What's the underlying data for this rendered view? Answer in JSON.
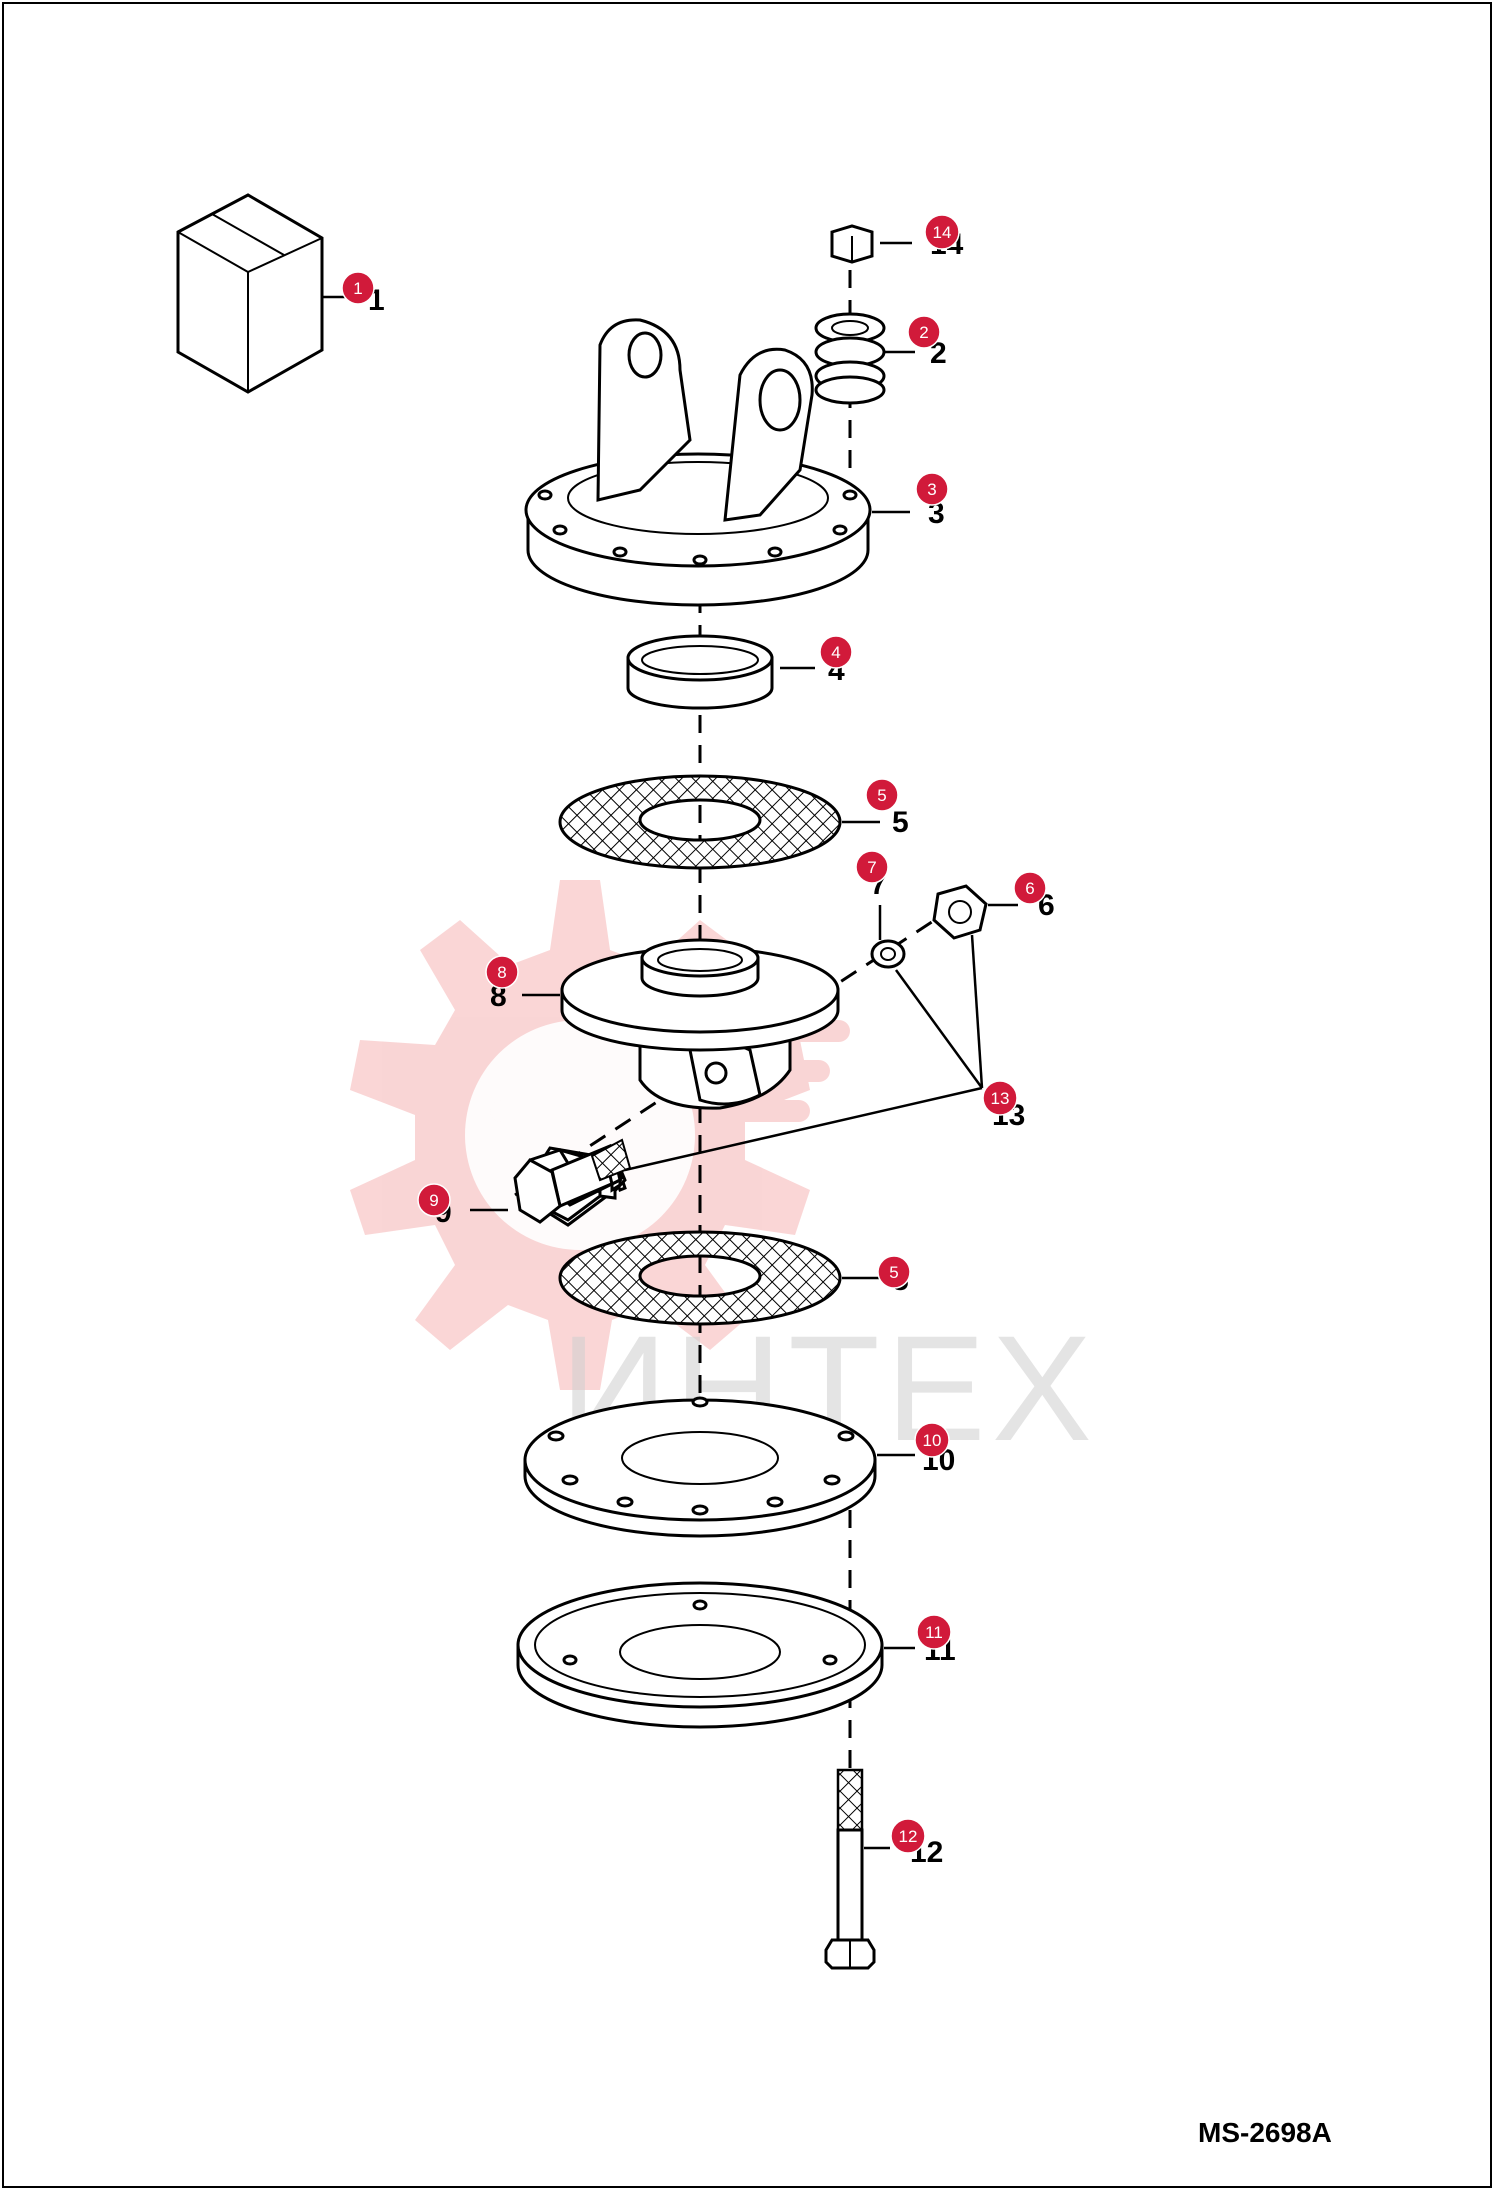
{
  "drawing_code": "MS-2698A",
  "watermark_text": "ИНТЕХ",
  "badge_color": "#d11a3a",
  "watermark_color": "#f08a8a",
  "callouts": [
    {
      "id": "1",
      "badge": "1",
      "label": "1"
    },
    {
      "id": "2",
      "badge": "2",
      "label": "2"
    },
    {
      "id": "3",
      "badge": "3",
      "label": "3"
    },
    {
      "id": "4",
      "badge": "4",
      "label": "4"
    },
    {
      "id": "5a",
      "badge": "5",
      "label": "5"
    },
    {
      "id": "6",
      "badge": "6",
      "label": "6"
    },
    {
      "id": "7",
      "badge": "7",
      "label": "7"
    },
    {
      "id": "8",
      "badge": "8",
      "label": "8"
    },
    {
      "id": "13",
      "badge": "13",
      "label": "13"
    },
    {
      "id": "9",
      "badge": "9",
      "label": "9"
    },
    {
      "id": "5b",
      "badge": "5",
      "label": "5"
    },
    {
      "id": "10",
      "badge": "10",
      "label": "10"
    },
    {
      "id": "11",
      "badge": "11",
      "label": "11"
    },
    {
      "id": "12",
      "badge": "12",
      "label": "12"
    },
    {
      "id": "14",
      "badge": "14",
      "label": "14"
    }
  ]
}
